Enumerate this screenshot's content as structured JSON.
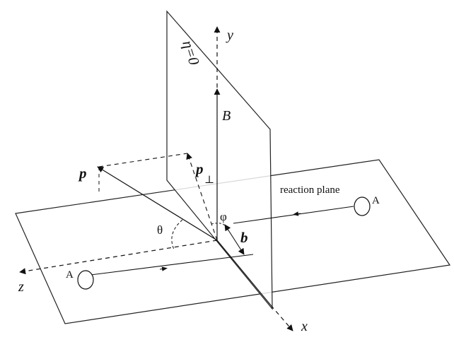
{
  "diagram": {
    "axes": {
      "x": "x",
      "y": "y",
      "z": "z"
    },
    "vectors": {
      "momentum": "p",
      "momentum_perp": "p",
      "perp_subscript": "⊥",
      "magnetic_field": "B",
      "impact_parameter": "b"
    },
    "angles": {
      "theta": "θ",
      "phi": "φ"
    },
    "plane_labels": {
      "eta_plane": "η=0",
      "reaction_plane": "reaction plane"
    },
    "nuclei": {
      "left": "A",
      "right": "A"
    }
  }
}
